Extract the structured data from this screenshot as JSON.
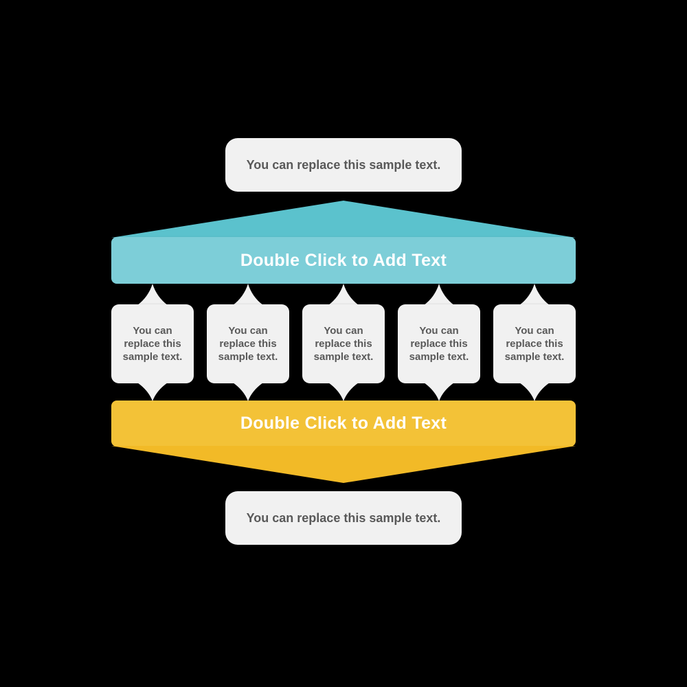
{
  "colors": {
    "background": "#000000",
    "teal_peak": "#5bc2cd",
    "teal_banner": "#7dced8",
    "yellow_banner": "#f3c237",
    "yellow_peak": "#f2ba27",
    "note_background": "#f1f1f1",
    "note_text": "#595959",
    "banner_text": "#ffffff"
  },
  "top_note": {
    "text": "You can replace this sample text."
  },
  "top_banner": {
    "label": "Double Click to Add Text"
  },
  "middle_notes": [
    {
      "text": "You can replace this sample text."
    },
    {
      "text": "You can replace this sample text."
    },
    {
      "text": "You can replace this sample text."
    },
    {
      "text": "You can replace this sample text."
    },
    {
      "text": "You can replace this sample text."
    }
  ],
  "bottom_banner": {
    "label": "Double Click to Add Text"
  },
  "bottom_note": {
    "text": "You can replace this sample text."
  }
}
